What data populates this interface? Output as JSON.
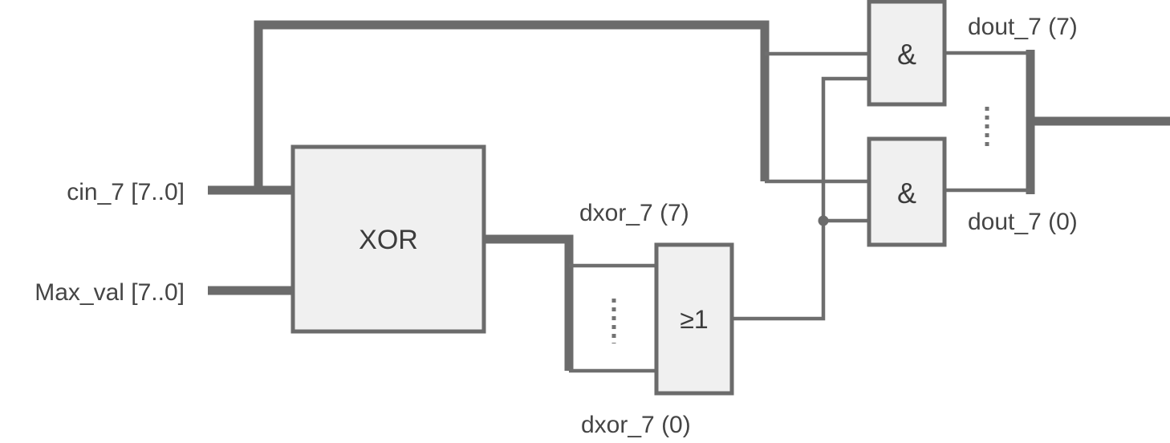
{
  "diagram": {
    "type": "logic-schematic",
    "inputs": {
      "cin": "cin_7 [7..0]",
      "max_val": "Max_val [7..0]"
    },
    "gates": {
      "xor": "XOR",
      "or": "≥1",
      "and_top": "&",
      "and_bottom": "&"
    },
    "nets": {
      "dxor_top": "dxor_7 (7)",
      "dxor_bottom": "dxor_7 (0)",
      "dout_top": "dout_7 (7)",
      "dout_bottom": "dout_7 (0)"
    },
    "colors": {
      "background": "#ffffff",
      "wire": "#6b6b6b",
      "box_fill": "#f0f0f0",
      "box_border": "#6b6b6b",
      "label_text": "#454545",
      "gate_text": "#3c3c3c"
    }
  }
}
